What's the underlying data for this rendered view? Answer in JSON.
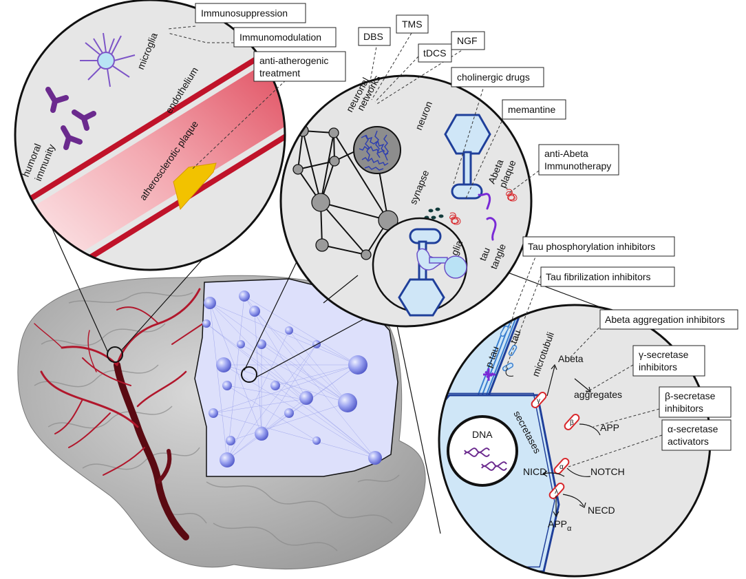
{
  "colors": {
    "vessel": "#c0132a",
    "network_blue": "#6e78e0",
    "neuron_blue": "#1f3f9a",
    "plaque_yellow": "#f2c200",
    "antibody_purple": "#6b2a8e",
    "glia_light": "#b9e2f5",
    "cell_fill": "#cfe6f7",
    "amyloid_red": "#d8262a"
  },
  "callouts": {
    "immunosuppression": "Immunosuppression",
    "immunomodulation": "Immunomodulation",
    "anti_atherogenic": [
      "anti-atherogenic",
      "treatment"
    ],
    "dbs": "DBS",
    "tms": "TMS",
    "tdcs": "tDCS",
    "ngf": "NGF",
    "cholinergic": "cholinergic drugs",
    "memantine": "memantine",
    "anti_abeta": [
      "anti-Abeta",
      "Immunotherapy"
    ],
    "tau_phos": "Tau phosphorylation inhibitors",
    "tau_fib": "Tau fibrilization inhibitors",
    "abeta_agg": "Abeta aggregation inhibitors",
    "gamma_sec": [
      "γ-secretase",
      "inhibitors"
    ],
    "beta_sec": [
      "β-secretase",
      "inhibitors"
    ],
    "alpha_sec": [
      "α-secretase",
      "activators"
    ]
  },
  "vessel_panel": {
    "microglia": "microglia",
    "endothelium": "endothelium",
    "humoral": [
      "humoral",
      "immunity"
    ],
    "plaque": "atherosclerotic plaque"
  },
  "network_panel": {
    "networks": [
      "neuronal",
      "networks"
    ],
    "neuron": "neuron",
    "synapse": "synapse",
    "abeta_plaque": [
      "Abeta",
      "plaque"
    ],
    "tau_tangle": [
      "tau",
      "tangle"
    ],
    "glia": "glia"
  },
  "cell_panel": {
    "ptau": "p-tau",
    "tau": "tau",
    "microtubuli": "microtubuli",
    "abeta": "Abeta",
    "aggregates": "aggregates",
    "secretases": "secretases",
    "app": "APP",
    "dna": "DNA",
    "nicd": "NICD",
    "notch": "NOTCH",
    "necd": "NECD",
    "app_alpha": "APP",
    "app_alpha_sub": "α",
    "gamma": "γ",
    "beta": "β",
    "alpha": "α",
    "lambda": "λ"
  }
}
